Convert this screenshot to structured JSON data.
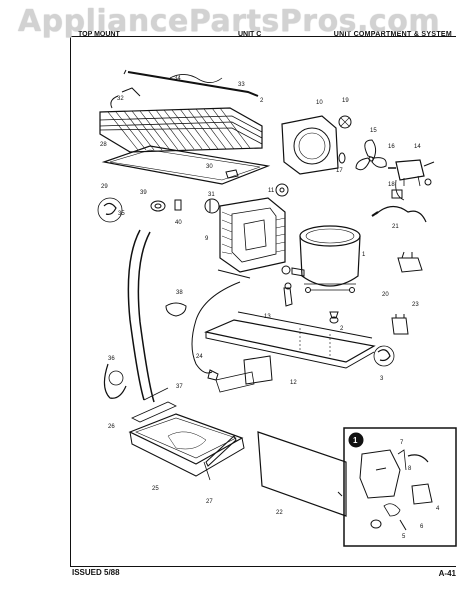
{
  "watermark": "AppliancePartsPros.com",
  "header": {
    "left": "TOP MOUNT",
    "mid": "UNIT C",
    "right": "UNIT COMPARTMENT & SYSTEM"
  },
  "footer": {
    "issued": "ISSUED 5/88",
    "page": "A-41"
  },
  "parts": {
    "p1": "1",
    "p2": "2",
    "p3": "3",
    "p4": "4",
    "p5": "5",
    "p6": "6",
    "p7": "7",
    "p8": "8",
    "p9": "9",
    "p10": "10",
    "p11": "11",
    "p12": "12",
    "p13": "13",
    "p14": "14",
    "p15": "15",
    "p16": "16",
    "p17": "17",
    "p18": "18",
    "p19": "19",
    "p20": "20",
    "p21": "21",
    "p22": "22",
    "p23": "23",
    "p24": "24",
    "p25": "25",
    "p26": "26",
    "p27": "27",
    "p28": "28",
    "p29": "29",
    "p30": "30",
    "p31": "31",
    "p32": "32",
    "p33": "33",
    "p34": "34",
    "p35": "35",
    "p36": "36",
    "p37": "37",
    "p38": "38",
    "p39": "39",
    "p40": "40"
  },
  "inset": {
    "badge": "1"
  }
}
